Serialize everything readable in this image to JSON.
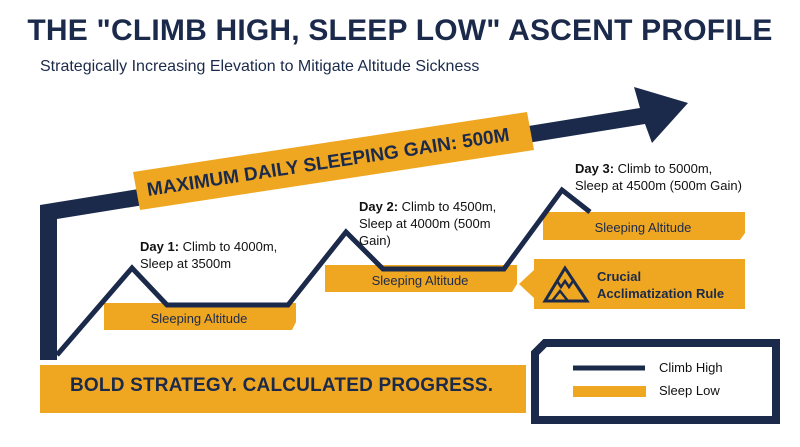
{
  "header": {
    "title": "THE \"CLIMB HIGH, SLEEP LOW\" ASCENT PROFILE",
    "subtitle": "Strategically Increasing Elevation to Mitigate Altitude Sickness"
  },
  "banner": {
    "text": "MAXIMUM DAILY SLEEPING GAIN: 500M"
  },
  "days": [
    {
      "day": "Day 1:",
      "text": " Climb to 4000m,",
      "line2": "Sleep at 3500m",
      "line3": "",
      "sleep_label": "Sleeping Altitude"
    },
    {
      "day": "Day 2:",
      "text": " Climb to 4500m,",
      "line2": "Sleep at 4000m (500m",
      "line3": "Gain)",
      "sleep_label": "Sleeping Altitude"
    },
    {
      "day": "Day 3:",
      "text": " Climb to 5000m,",
      "line2": "Sleep at 4500m (500m Gain)",
      "line3": "",
      "sleep_label": "Sleeping Altitude"
    }
  ],
  "callout": {
    "text": "Crucial Acclimatization Rule",
    "icon": "mountain-icon"
  },
  "footer": {
    "text": "BOLD STRATEGY. CALCULATED PROGRESS."
  },
  "legend": {
    "items": [
      {
        "label": "Climb High",
        "type": "line"
      },
      {
        "label": "Sleep Low",
        "type": "bar"
      }
    ]
  },
  "colors": {
    "navy": "#1b2a4a",
    "gold": "#efa721",
    "white": "#ffffff"
  }
}
